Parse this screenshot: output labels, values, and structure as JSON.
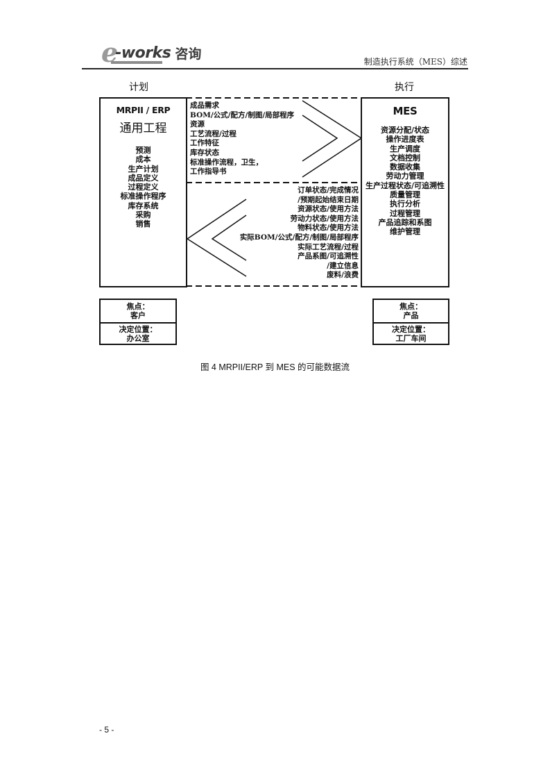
{
  "header": {
    "logo": {
      "e": "e",
      "works": "-works",
      "chinese": "咨询"
    },
    "document_title": "制造执行系统（MES）综述"
  },
  "figure": {
    "left_column_title": "计划",
    "right_column_title": "执行",
    "left_box": {
      "title": "MRPII / ERP",
      "subtitle": "通用工程",
      "items": [
        "预测",
        "成本",
        "生产计划",
        "成品定义",
        "过程定义",
        "标准操作程序",
        "库存系统",
        "采购",
        "销售"
      ]
    },
    "right_box": {
      "title": "MES",
      "items": [
        "资源分配/状态",
        "操作进度表",
        "生产调度",
        "文档控制",
        "数据收集",
        "劳动力管理",
        "生产过程状态/可追溯性",
        "质量管理",
        "执行分析",
        "过程管理",
        "产品追踪和系图",
        "维护管理"
      ]
    },
    "flow_to_mes": {
      "direction": "right",
      "items": [
        "成品需求",
        "BOM/公式/配方/制图/局部程序",
        "资源",
        "工艺流程/过程",
        "工作特征",
        "库存状态",
        "标准操作流程，卫生，",
        "工作指导书"
      ]
    },
    "flow_to_erp": {
      "direction": "left",
      "items": [
        "订单状态/完成情况",
        "/预期起始结束日期",
        "资源状态/使用方法",
        "劳动力状态/使用方法",
        "物料状态/使用方法",
        "实际BOM/公式/配方/制图/局部程序",
        "实际工艺流程/过程",
        "产品系图/可追溯性",
        "/建立信息",
        "废料/浪费"
      ]
    },
    "left_focus": {
      "focus_label": "焦点：",
      "focus_value": "客户",
      "location_label": "决定位置：",
      "location_value": "办公室"
    },
    "right_focus": {
      "focus_label": "焦点：",
      "focus_value": "产品",
      "location_label": "决定位置：",
      "location_value": "工厂车间"
    },
    "caption": "图 4 MRPII/ERP 到 MES 的可能数据流"
  },
  "footer": {
    "page_number": "- 5 -"
  }
}
